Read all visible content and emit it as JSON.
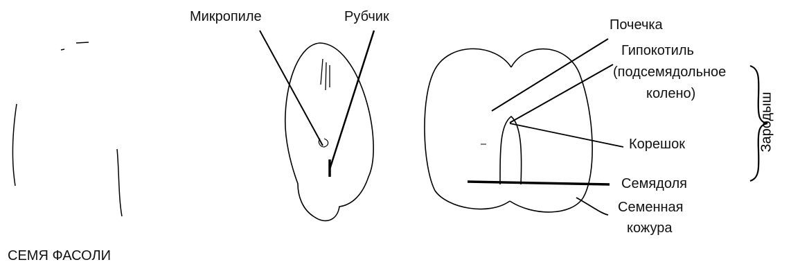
{
  "labels": {
    "micropyle": "Микропиле",
    "hilum": "Рубчик",
    "plumule": "Почечка",
    "hypocotyl": "Гипокотиль",
    "hypocotyl_note_1": "(подсемядольное",
    "hypocotyl_note_2": "колено)",
    "radicle": "Корешок",
    "cotyledon": "Семядоля",
    "seed_coat_1": "Семенная",
    "seed_coat_2": "кожура",
    "embryo": "Зародыш",
    "title": "СЕМЯ ФАСОЛИ"
  }
}
